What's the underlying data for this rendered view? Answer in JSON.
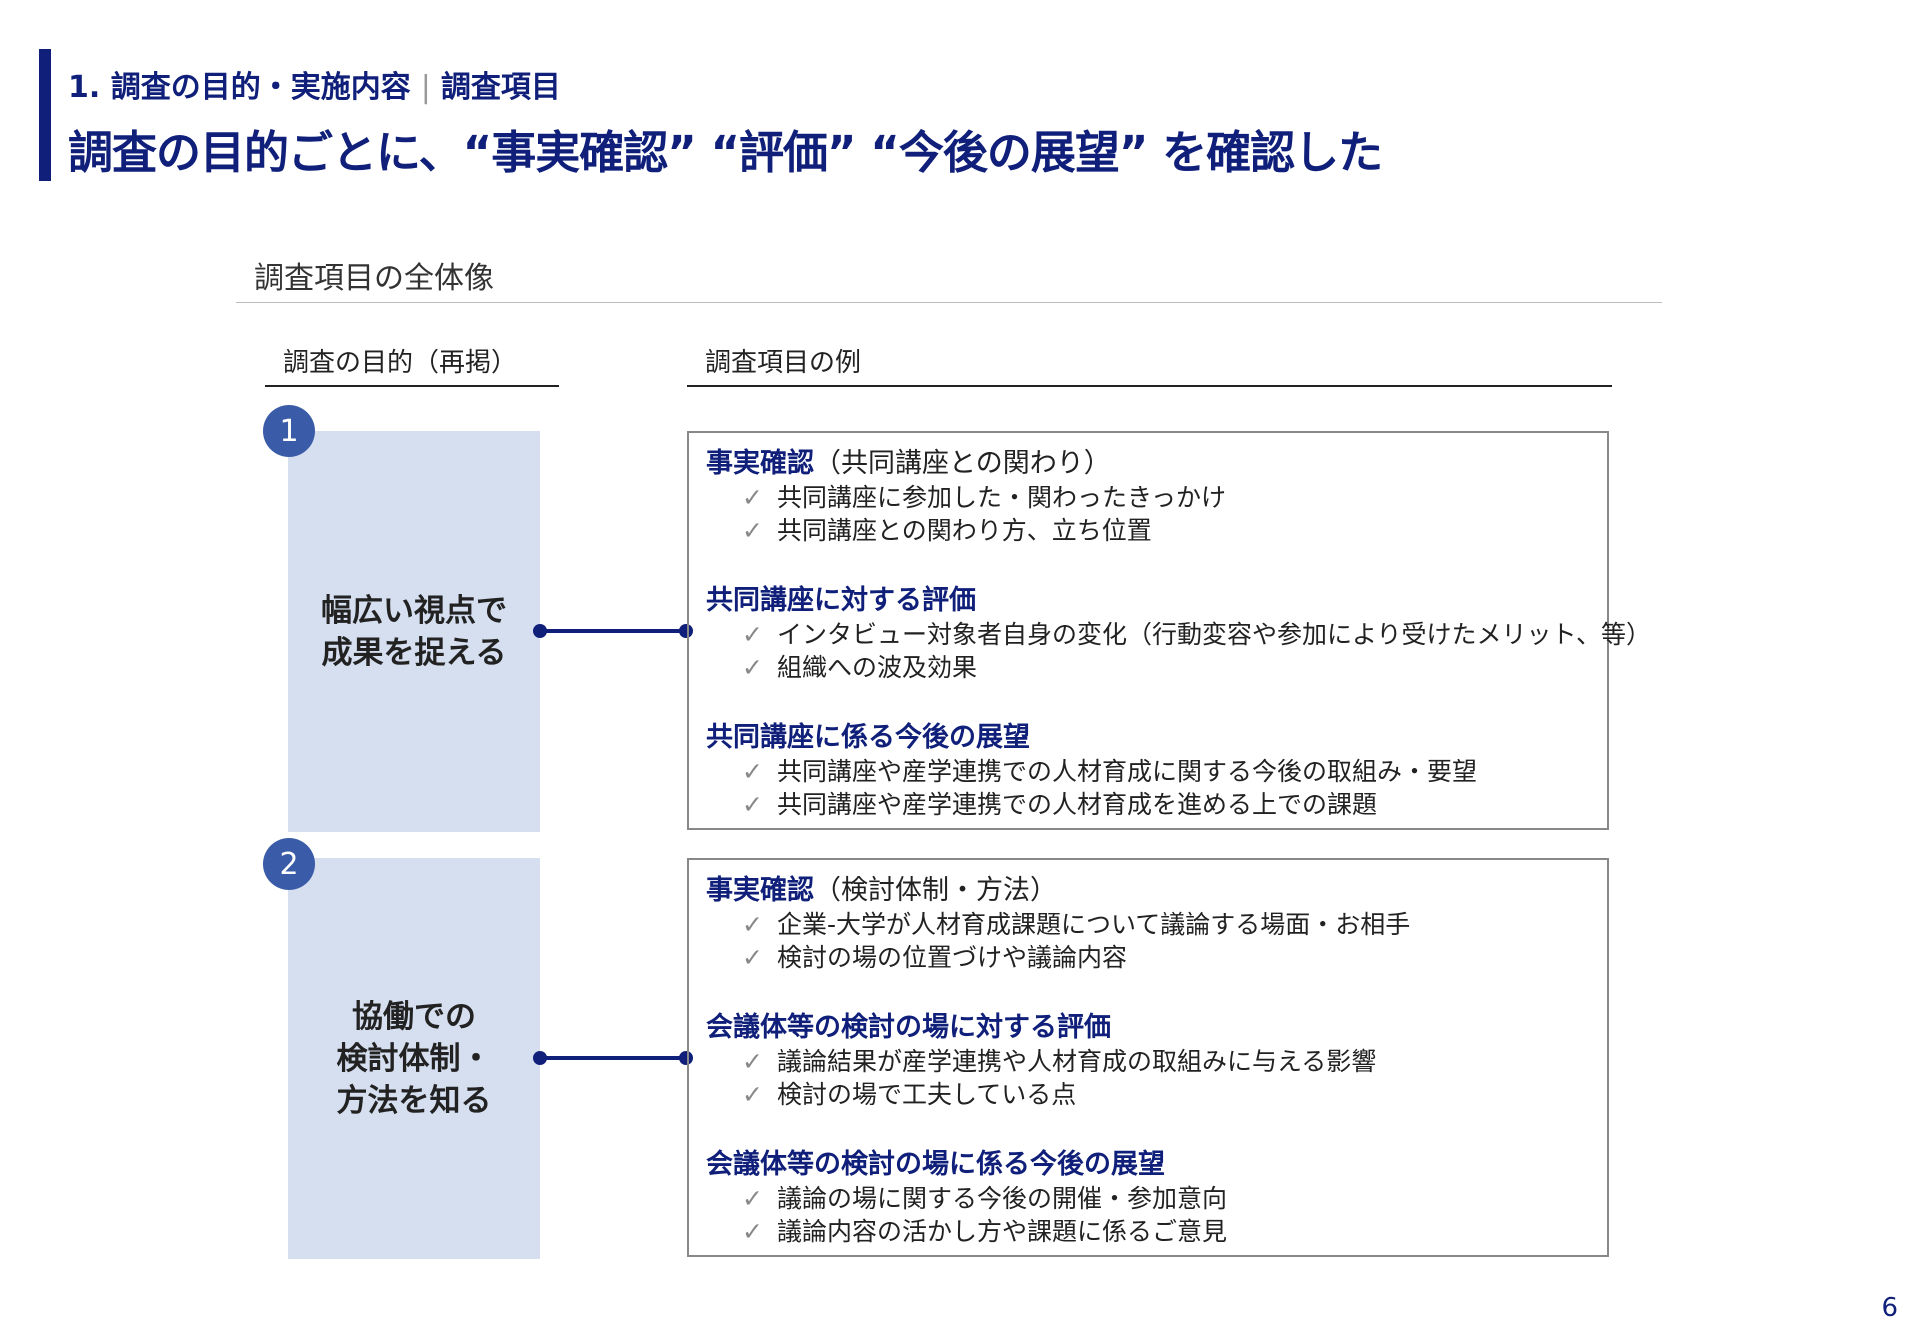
{
  "header": {
    "subtitle_left": "1.  調査の目的・実施内容",
    "separator": "|",
    "subtitle_right": "調査項目",
    "title": "調査の目的ごとに、“事実確認” “評価” “今後の展望” を確認した"
  },
  "section_title": "調査項目の全体像",
  "columns": {
    "left": "調査の目的（再掲）",
    "right": "調査項目の例"
  },
  "check_icon": "✓",
  "purposes": [
    {
      "number": "1",
      "label": "幅広い視点で\n成果を捉える",
      "groups": [
        {
          "heading": "事実確認",
          "note": "（共同講座との関わり）",
          "items": [
            "共同講座に参加した・関わったきっかけ",
            "共同講座との関わり方、立ち位置"
          ]
        },
        {
          "heading": "共同講座に対する評価",
          "note": "",
          "items": [
            "インタビュー対象者自身の変化（行動変容や参加により受けたメリット、等）",
            "組織への波及効果"
          ]
        },
        {
          "heading": "共同講座に係る今後の展望",
          "note": "",
          "items": [
            "共同講座や産学連携での人材育成に関する今後の取組み・要望",
            "共同講座や産学連携での人材育成を進める上での課題"
          ]
        }
      ]
    },
    {
      "number": "2",
      "label": "協働での\n検討体制・\n方法を知る",
      "groups": [
        {
          "heading": "事実確認",
          "note": "（検討体制・方法）",
          "items": [
            "企業-大学が人材育成課題について議論する場面・お相手",
            "検討の場の位置づけや議論内容"
          ]
        },
        {
          "heading": "会議体等の検討の場に対する評価",
          "note": "",
          "items": [
            "議論結果が産学連携や人材育成の取組みに与える影響",
            "検討の場で工夫している点"
          ]
        },
        {
          "heading": "会議体等の検討の場に係る今後の展望",
          "note": "",
          "items": [
            "議論の場に関する今後の開催・参加意向",
            "議論内容の活かし方や課題に係るご意見"
          ]
        }
      ]
    }
  ],
  "page_number": "6"
}
